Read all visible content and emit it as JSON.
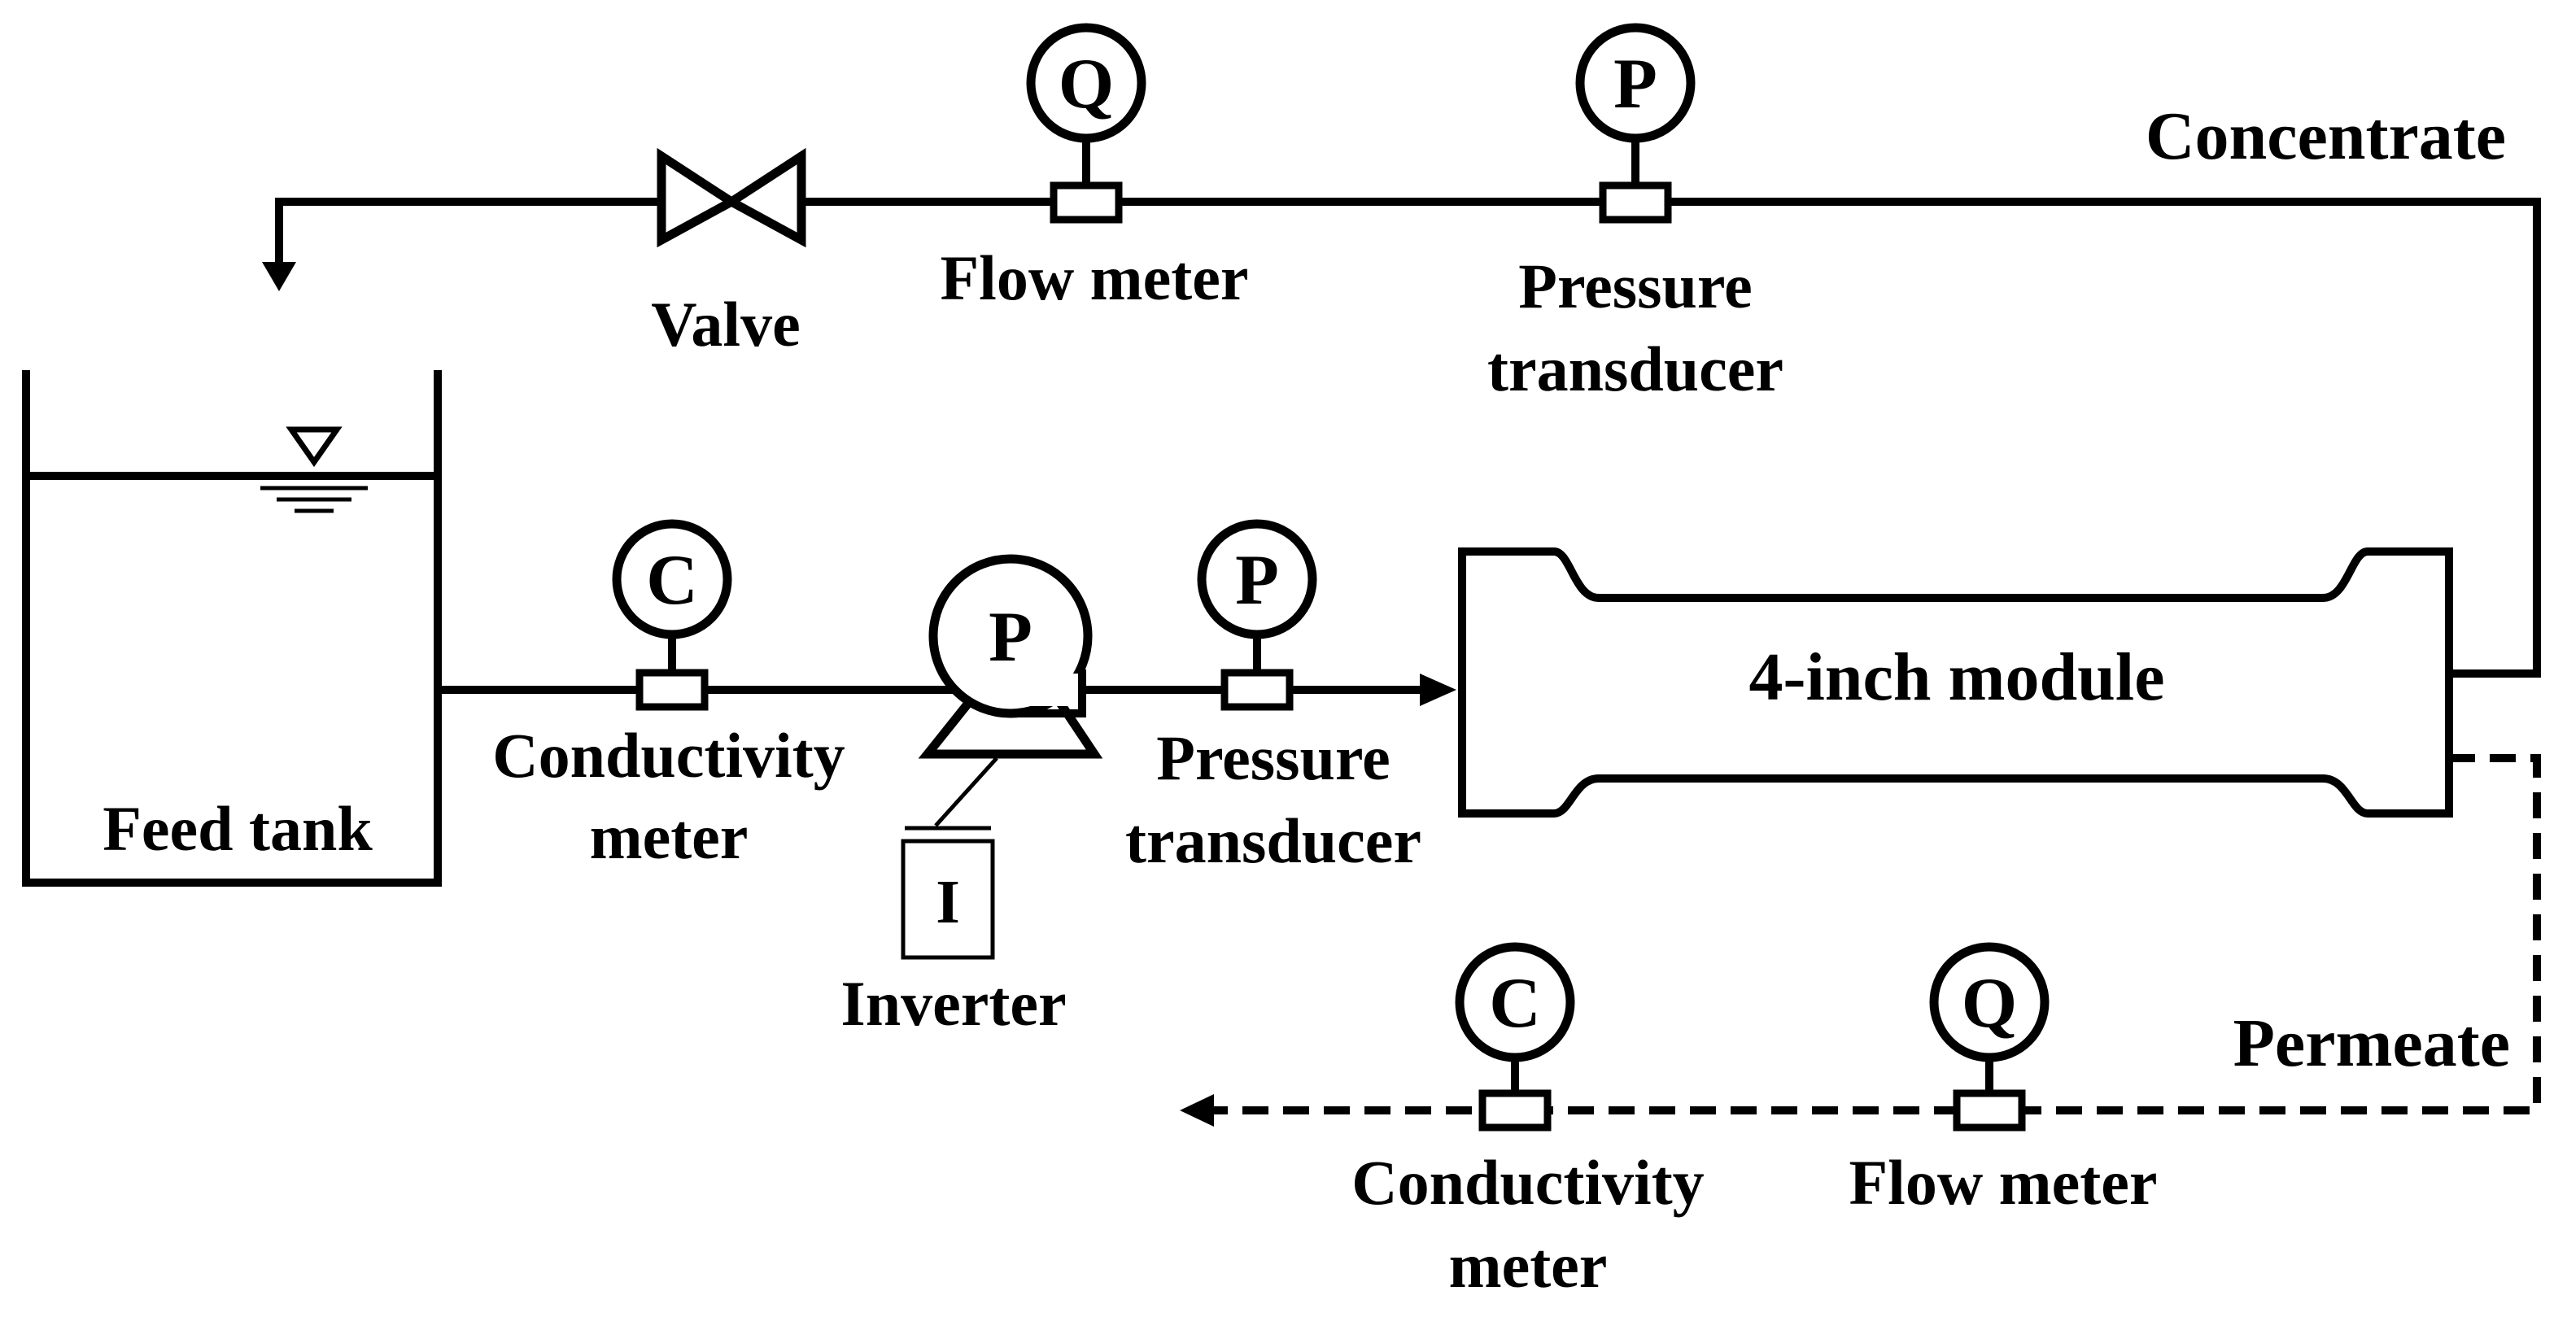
{
  "labels": {
    "concentrate": "Concentrate",
    "permeate": "Permeate",
    "valve": "Valve",
    "flow_meter_top": "Flow meter",
    "pressure_transducer_top_line1": "Pressure",
    "pressure_transducer_top_line2": "transducer",
    "feed_tank": "Feed tank",
    "conductivity_meter_feed_line1": "Conductivity",
    "conductivity_meter_feed_line2": "meter",
    "inverter": "Inverter",
    "pressure_transducer_feed_line1": "Pressure",
    "pressure_transducer_feed_line2": "transducer",
    "module": "4-inch module",
    "conductivity_meter_permeate_line1": "Conductivity",
    "conductivity_meter_permeate_line2": "meter",
    "flow_meter_permeate": "Flow meter"
  },
  "symbols": {
    "flow": "Q",
    "pressure": "P",
    "conductivity": "C",
    "pump": "P",
    "inverter": "I"
  }
}
